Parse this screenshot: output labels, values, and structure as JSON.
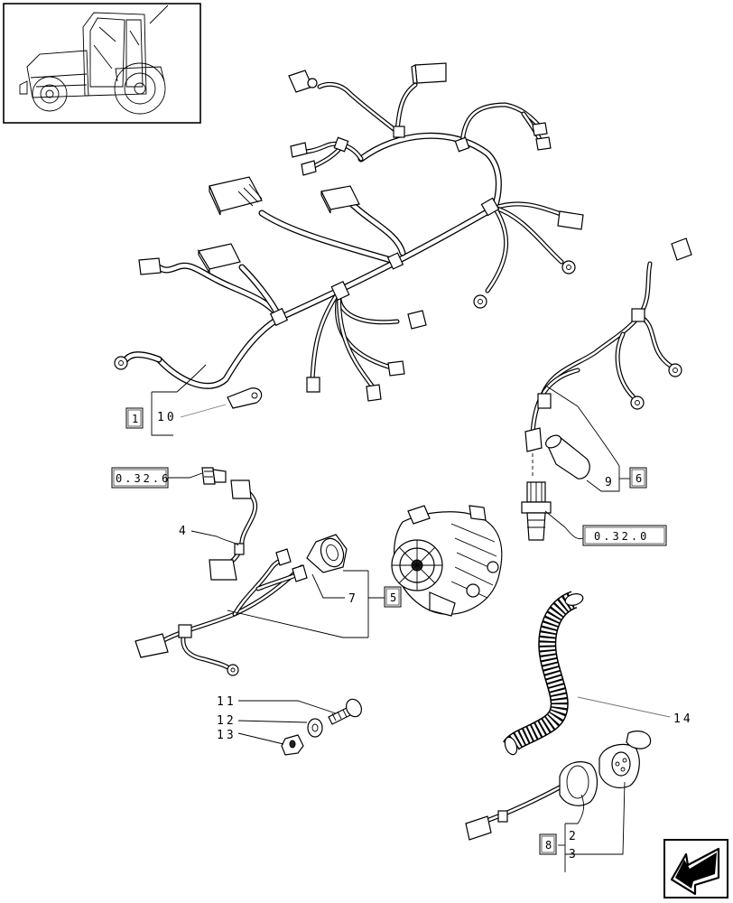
{
  "callouts": {
    "c1": "1",
    "c10": "10",
    "c0326": "0.32.6",
    "c4": "4",
    "c7": "7",
    "c5": "5",
    "c9": "9",
    "c6": "6",
    "c0320": "0.32.0",
    "c11": "11",
    "c12": "12",
    "c13": "13",
    "c14": "14",
    "c8": "8",
    "c2": "2",
    "c3": "3"
  },
  "icons": {
    "thumbnail": "tractor-thumbnail-icon",
    "nav": "next-page-arrow-icon"
  }
}
